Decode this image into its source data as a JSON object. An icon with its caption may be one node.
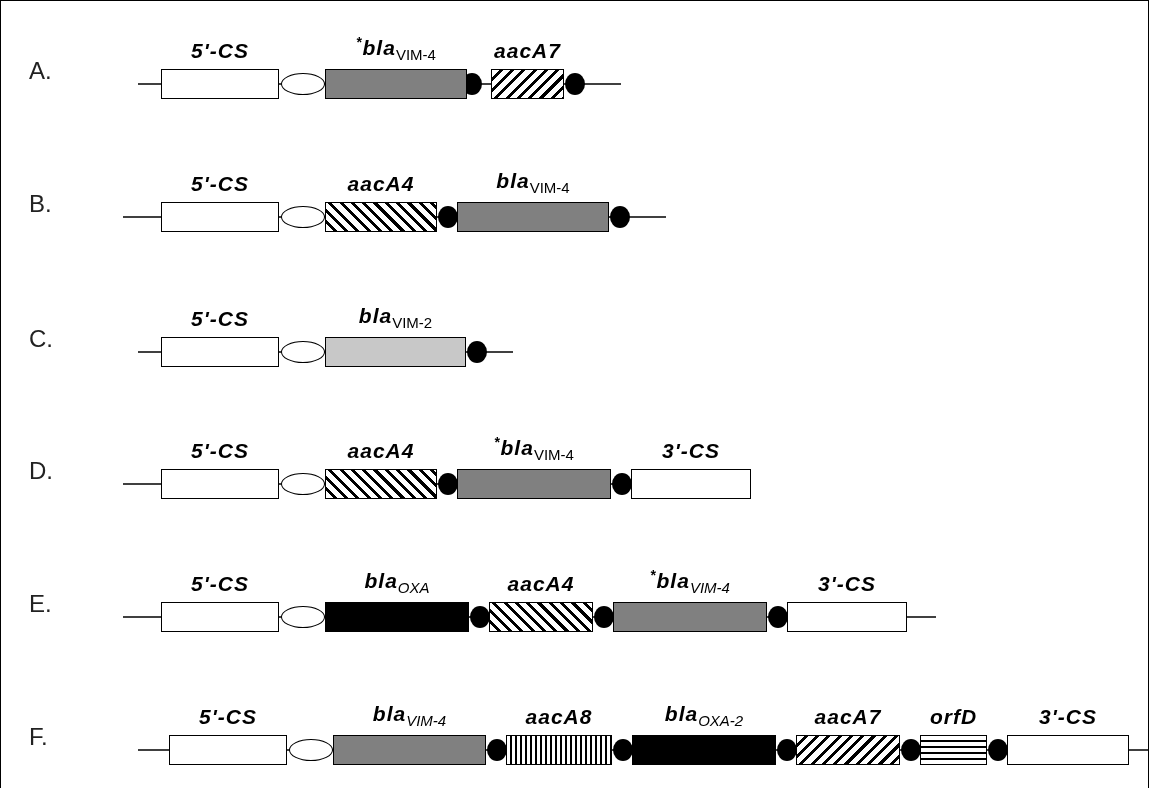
{
  "diagram": {
    "nodes": [
      {
        "text": [
          "5'-CS"
        ]
      },
      {
        "text": [
          "$^{*}$bla$_{VIM-4}$"
        ]
      },
      {
        "text": [
          "aacA7"
        ]
      },
      {
        "text": [
          "5'-CS"
        ]
      },
      {
        "text": [
          "aacA4"
        ]
      },
      {
        "text": [
          "bla$_{VIM-4}$"
        ]
      },
      {
        "text": [
          "5'-CS"
        ]
      },
      {
        "text": [
          "bla$_{VIM-2}$"
        ]
      },
      {
        "text": [
          "5'-CS"
        ]
      },
      {
        "text": [
          "aacA4"
        ]
      },
      {
        "text": [
          "$^{*}$bla$_{VIM-4}$"
        ]
      },
      {
        "text": [
          "3'-CS"
        ]
      },
      {
        "text": [
          "5'-CS"
        ]
      },
      {
        "text": [
          "bla$_{OXA}$"
        ]
      },
      {
        "text": [
          "aacA4"
        ]
      },
      {
        "text": [
          "$^{*}$bla$_{VIM-4}$"
        ]
      },
      {
        "text": [
          "3'-CS"
        ]
      },
      {
        "text": [
          "5'-CS"
        ]
      },
      {
        "text": [
          "bla$_{VIM-4}$"
        ]
      },
      {
        "text": [
          "aacA8"
        ]
      },
      {
        "text": [
          "bla$_{OXA-2}$"
        ]
      },
      {
        "text": [
          "aacA7"
        ]
      },
      {
        "text": [
          "orfD"
        ]
      },
      {
        "text": [
          "3'-CS"
        ]
      }
    ],
    "labels": [
      "A.",
      "B.",
      "C.",
      "D.",
      "E.",
      "F."
    ]
  }
}
